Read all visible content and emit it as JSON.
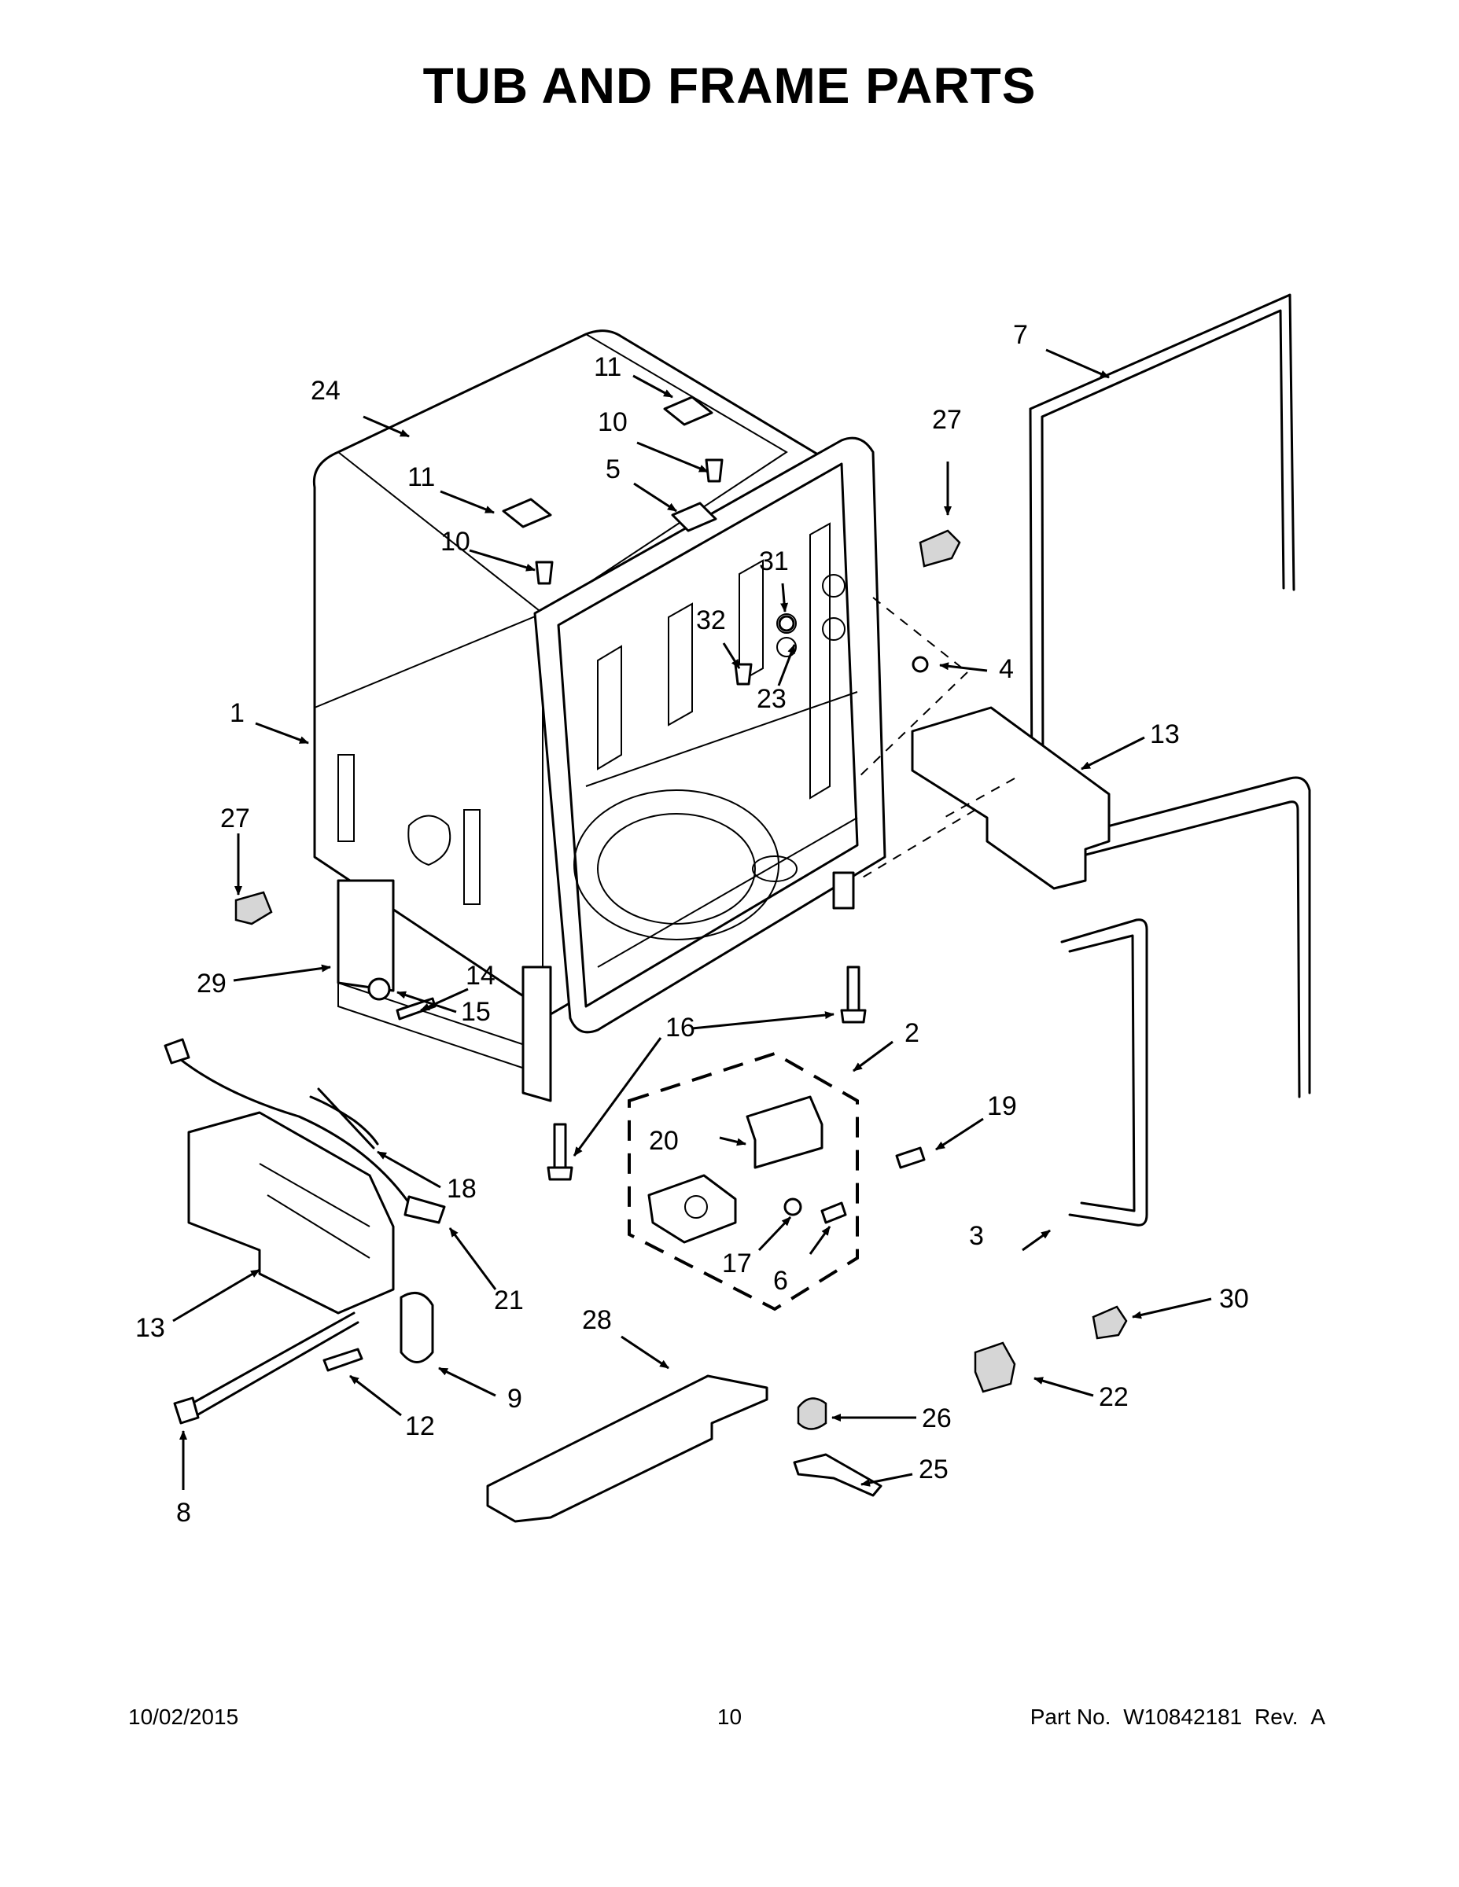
{
  "title": "TUB AND FRAME PARTS",
  "footer": {
    "date": "10/02/2015",
    "page": "10",
    "part_no_label": "Part No.",
    "part_no": "W10842181",
    "rev_label": "Rev.",
    "rev": "A"
  },
  "callouts": {
    "c1": "1",
    "c2": "2",
    "c3": "3",
    "c4": "4",
    "c5": "5",
    "c6": "6",
    "c7": "7",
    "c8": "8",
    "c9": "9",
    "c10a": "10",
    "c10b": "10",
    "c11a": "11",
    "c11b": "11",
    "c12": "12",
    "c13a": "13",
    "c13b": "13",
    "c14": "14",
    "c15": "15",
    "c16": "16",
    "c17": "17",
    "c18": "18",
    "c19": "19",
    "c20": "20",
    "c21": "21",
    "c22": "22",
    "c23": "23",
    "c24": "24",
    "c25": "25",
    "c26": "26",
    "c27a": "27",
    "c27b": "27",
    "c28": "28",
    "c29": "29",
    "c30": "30",
    "c31": "31",
    "c32": "32"
  }
}
